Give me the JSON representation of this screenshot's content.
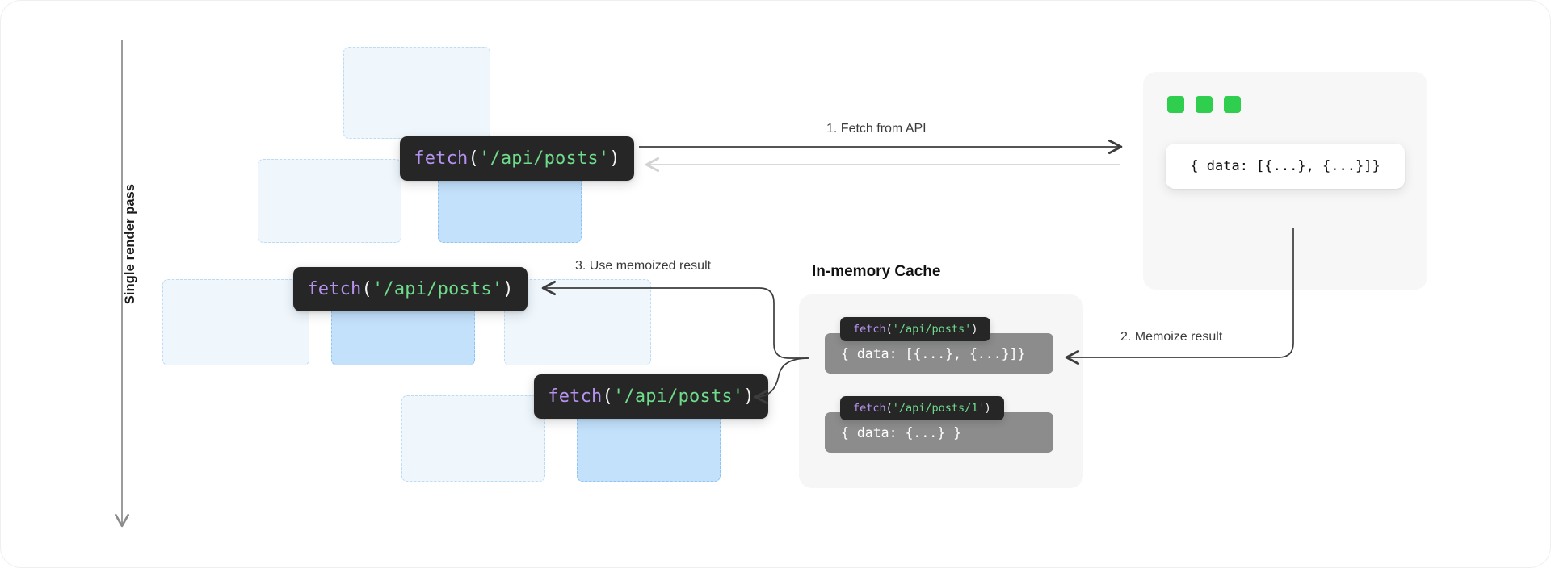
{
  "diagram": {
    "axis": {
      "label": "Single render pass",
      "arrow_direction": "down"
    },
    "skeleton_cards": [
      {
        "name": "card-r1-c2",
        "highlight": false
      },
      {
        "name": "card-r2-c1",
        "highlight": false
      },
      {
        "name": "card-r2-c2",
        "highlight": true
      },
      {
        "name": "card-r3-c0",
        "highlight": false
      },
      {
        "name": "card-r3-c1",
        "highlight": true
      },
      {
        "name": "card-r3-c2",
        "highlight": false
      },
      {
        "name": "card-r4-c1",
        "highlight": false
      },
      {
        "name": "card-r4-c2",
        "highlight": true
      }
    ],
    "fetch_calls": [
      {
        "fn": "fetch",
        "open": "(",
        "arg": "'/api/posts'",
        "close": ")"
      },
      {
        "fn": "fetch",
        "open": "(",
        "arg": "'/api/posts'",
        "close": ")"
      },
      {
        "fn": "fetch",
        "open": "(",
        "arg": "'/api/posts'",
        "close": ")"
      }
    ],
    "server": {
      "dots": [
        "green",
        "green",
        "green"
      ],
      "response": "{ data: [{...}, {...}]}"
    },
    "cache": {
      "title": "In-memory Cache",
      "entries": [
        {
          "key": {
            "fn": "fetch",
            "open": "(",
            "arg": "'/api/posts'",
            "close": ")"
          },
          "value": "{ data: [{...}, {...}]}"
        },
        {
          "key": {
            "fn": "fetch",
            "open": "(",
            "arg": "'/api/posts/1'",
            "close": ")"
          },
          "value": "{ data: {...} }"
        }
      ]
    },
    "steps": [
      {
        "id": "step-1",
        "label": "1. Fetch from API"
      },
      {
        "id": "step-2",
        "label": "2. Memoize result"
      },
      {
        "id": "step-3",
        "label": "3. Use memoized result"
      }
    ],
    "colors": {
      "pill_bg": "#262626",
      "fn_purple": "#b692f0",
      "string_green": "#6fdc8c",
      "punct_white": "#f4f4f5",
      "skeleton_fill": "#eff7fd",
      "skeleton_fill_highlight": "#c3e1fb",
      "skeleton_border": "#bcdcf5",
      "server_dot_green": "#2fce4f",
      "panel_bg": "#f7f7f7",
      "cache_entry_bg": "#8c8c8c",
      "arrow_dark": "#3d3d3d",
      "arrow_light": "#d6d6d6"
    }
  }
}
